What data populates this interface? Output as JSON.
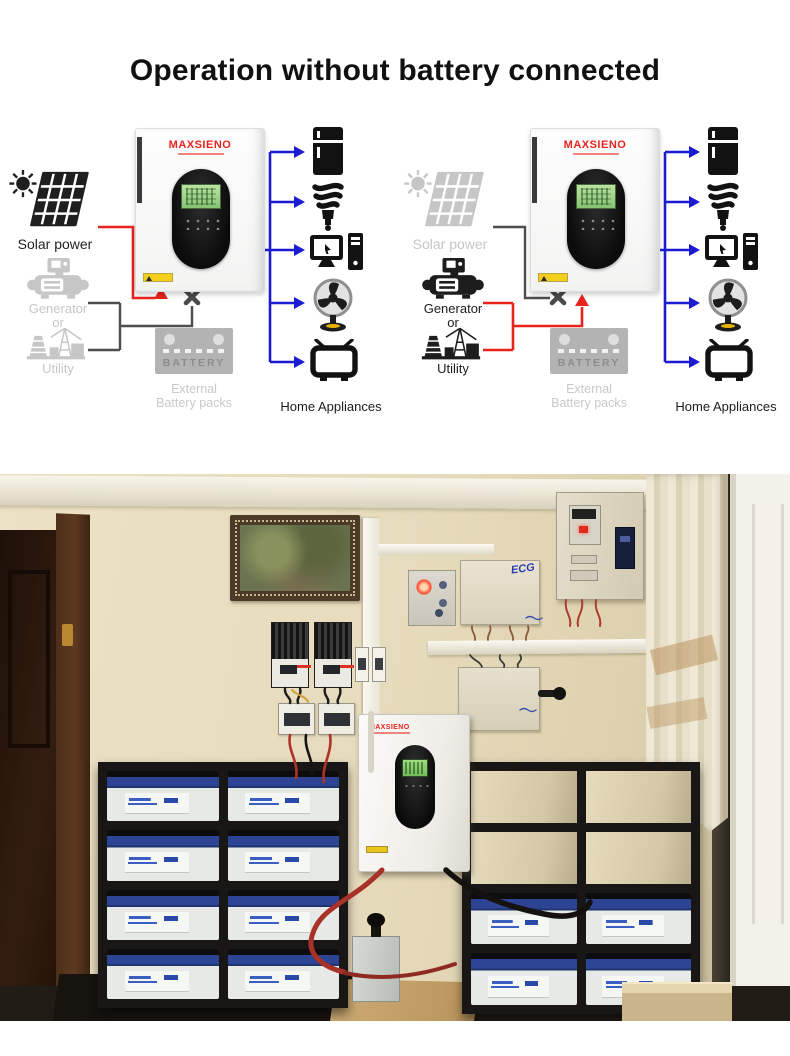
{
  "title": "Operation without battery connected",
  "brand": "MAXSIENO",
  "diagram": {
    "solar_label": "Solar power",
    "generator_label": "Generator",
    "or_label": "or",
    "utility_label": "Utility",
    "battery_box_label": "BATTERY",
    "external_line1": "External",
    "external_line2": "Battery packs",
    "appliances_label": "Home Appliances",
    "left_panel_active_source": "solar",
    "right_panel_active_source": "generator-utility",
    "appliance_icons": [
      "refrigerator",
      "cfl-bulb",
      "desktop-computer",
      "stand-fan",
      "television"
    ],
    "source_icons": [
      "sun-and-solar-panel",
      "generator",
      "utility-grid"
    ],
    "disconnect_icon": "x-cross"
  },
  "photo": {
    "ecg_box_label": "ECG"
  },
  "colors": {
    "flow_blue": "#1b1bd1",
    "active_red": "#e8231d",
    "inactive_gray": "#c6c6c6",
    "line_gray": "#4d4d4d",
    "battery_gray": "#b3b3b3",
    "wall_beige": "#e7dcbd",
    "lcd_green": "#8cc978"
  }
}
